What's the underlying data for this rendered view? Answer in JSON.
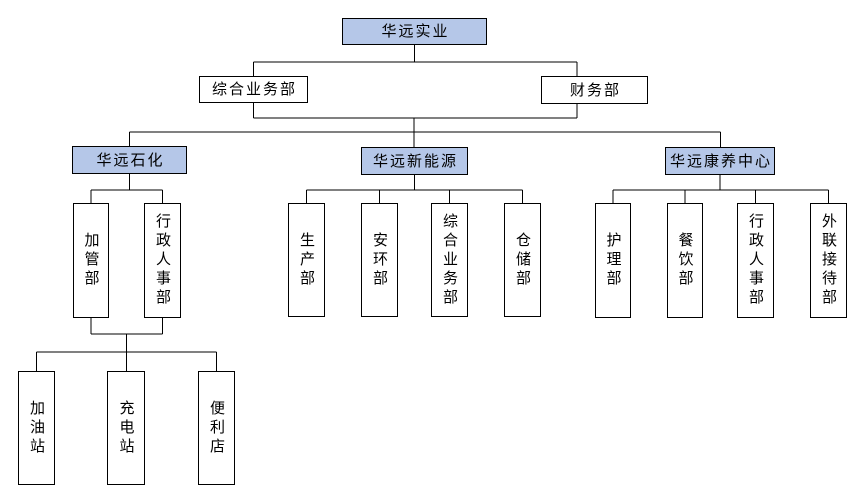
{
  "org": {
    "root": {
      "label": "华远实业"
    },
    "level2": [
      {
        "label": "综合业务部"
      },
      {
        "label": "财务部"
      }
    ],
    "divisions": [
      {
        "label": "华远石化",
        "departments": [
          {
            "label": "加管部"
          },
          {
            "label": "行政人事部"
          }
        ],
        "stations": [
          {
            "label": "加油站"
          },
          {
            "label": "充电站"
          },
          {
            "label": "便利店"
          }
        ]
      },
      {
        "label": "华远新能源",
        "departments": [
          {
            "label": "生产部"
          },
          {
            "label": "安环部"
          },
          {
            "label": "综合业务部"
          },
          {
            "label": "仓储部"
          }
        ]
      },
      {
        "label": "华远康养中心",
        "departments": [
          {
            "label": "护理部"
          },
          {
            "label": "餐饮部"
          },
          {
            "label": "行政人事部"
          },
          {
            "label": "外联接待部"
          }
        ]
      }
    ],
    "colors": {
      "division_fill": "#b5c7e8",
      "leaf_fill": "#ffffff",
      "border": "#000000",
      "line": "#000000"
    }
  }
}
